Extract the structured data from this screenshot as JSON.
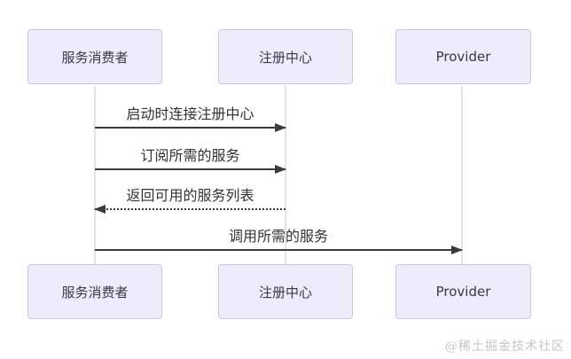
{
  "diagram": {
    "type": "sequence-diagram",
    "participants": [
      {
        "id": "service-consumer",
        "label": "服务消费者"
      },
      {
        "id": "registry-center",
        "label": "注册中心"
      },
      {
        "id": "provider",
        "label": "Provider"
      }
    ],
    "messages": [
      {
        "label": "启动时连接注册中心",
        "from": "service-consumer",
        "to": "registry-center",
        "line": "solid",
        "direction": "right"
      },
      {
        "label": "订阅所需的服务",
        "from": "service-consumer",
        "to": "registry-center",
        "line": "solid",
        "direction": "right"
      },
      {
        "label": "返回可用的服务列表",
        "from": "registry-center",
        "to": "service-consumer",
        "line": "dotted",
        "direction": "left"
      },
      {
        "label": "调用所需的服务",
        "from": "service-consumer",
        "to": "provider",
        "line": "solid",
        "direction": "right"
      }
    ],
    "colors": {
      "box_fill": "#ECECFA",
      "box_border": "#C8C8E4",
      "arrow": "#3b3b3b",
      "lifeline": "#e4e4e8",
      "label_text": "#333333",
      "watermark_text": "#c5c5c5",
      "background": "#ffffff"
    },
    "watermark": "@稀土掘金技术社区"
  }
}
